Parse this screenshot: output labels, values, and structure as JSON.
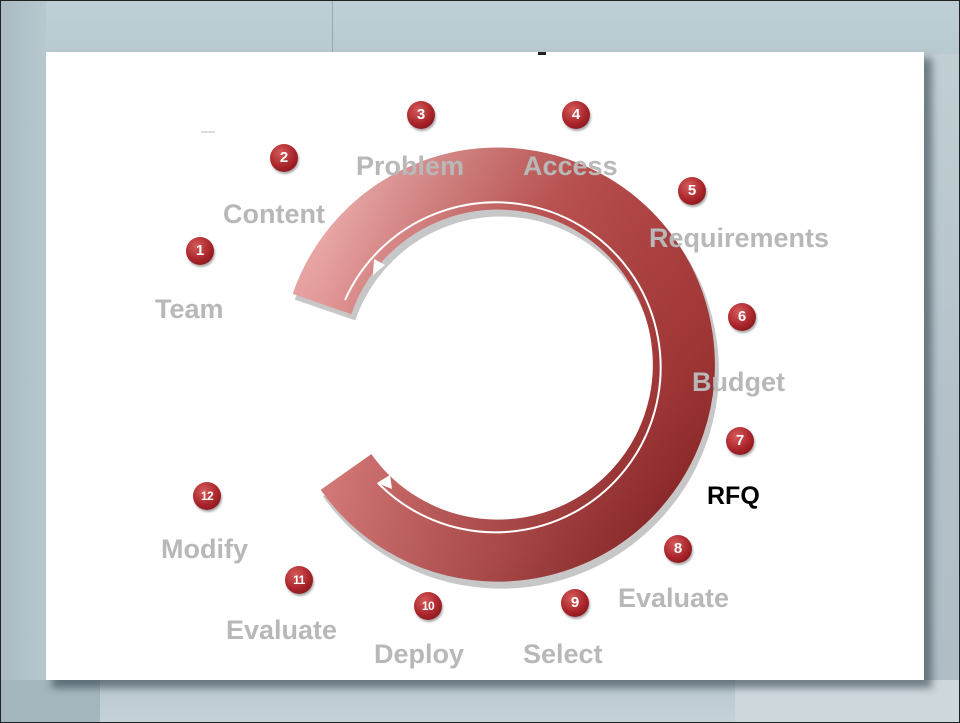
{
  "cycle": {
    "steps": [
      {
        "number": "1",
        "label": "Team"
      },
      {
        "number": "2",
        "label": "Content"
      },
      {
        "number": "3",
        "label": "Problem"
      },
      {
        "number": "4",
        "label": "Access"
      },
      {
        "number": "5",
        "label": "Requirements"
      },
      {
        "number": "6",
        "label": "Budget"
      },
      {
        "number": "7",
        "label": "RFQ",
        "highlighted": true
      },
      {
        "number": "8",
        "label": "Evaluate"
      },
      {
        "number": "9",
        "label": "Select"
      },
      {
        "number": "10",
        "label": "Deploy"
      },
      {
        "number": "11",
        "label": "Evaluate"
      },
      {
        "number": "12",
        "label": "Modify"
      }
    ]
  },
  "colors": {
    "marker": "#a8242a",
    "ring": "#c24a4a",
    "label_inactive": "#b8b8b8",
    "label_active": "#000000",
    "card": "#ffffff",
    "background": "#b7c6cc"
  }
}
